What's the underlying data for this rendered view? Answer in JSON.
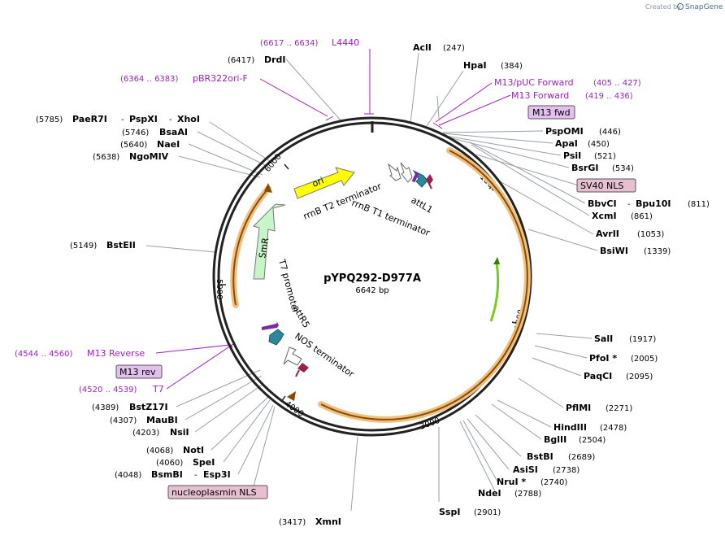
{
  "brand": {
    "created_by": "Created by",
    "logo": "SnapGene"
  },
  "plasmid": {
    "name": "pYPQ292-D977A",
    "size": "6642 bp"
  },
  "ticks": [
    "1000",
    "2000",
    "3000",
    "4000",
    "5000",
    "6000"
  ],
  "features": {
    "ori": "ori",
    "smr": "SmR",
    "rrnb_t2": "rrnB T2 terminator",
    "rrnb_t1": "rrnB T1 terminator",
    "attl1": "attL1",
    "t7_promoter": "T7 promoter",
    "attr5": "attR5",
    "nos_terminator": "NOS terminator"
  },
  "boxes": {
    "m13_fwd": "M13 fwd",
    "sv40_nls": "SV40 NLS",
    "m13_rev": "M13 rev",
    "nucleoplasmin_nls": "nucleoplasmin NLS"
  },
  "primers": {
    "l4440": {
      "range": "(6617 .. 6634)",
      "name": "L4440"
    },
    "pbr322": {
      "range": "(6364 .. 6383)",
      "name": "pBR322ori-F"
    },
    "m13puc": {
      "name": "M13/pUC Forward",
      "range": "(405 .. 427)"
    },
    "m13fwd": {
      "name": "M13 Forward",
      "range": "(419 .. 436)"
    },
    "m13rev": {
      "range": "(4544 .. 4560)",
      "name": "M13 Reverse"
    },
    "t7": {
      "range": "(4520 .. 4539)",
      "name": "T7"
    }
  },
  "sites": {
    "drdi": {
      "pos": "(6417)",
      "name": "DrdI"
    },
    "acli": {
      "name": "AclI",
      "pos": "(247)"
    },
    "hpai": {
      "name": "HpaI",
      "pos": "(384)"
    },
    "paer7i": {
      "pos": "(5785)",
      "name": "PaeR7I",
      "dash1": "-",
      "name2": "PspXI",
      "dash2": "-",
      "name3": "XhoI"
    },
    "bsaai": {
      "pos": "(5746)",
      "name": "BsaAI"
    },
    "naei": {
      "pos": "(5640)",
      "name": "NaeI"
    },
    "ngomiv": {
      "pos": "(5638)",
      "name": "NgoMIV"
    },
    "bsteii": {
      "pos": "(5149)",
      "name": "BstEII"
    },
    "pspomi": {
      "name": "PspOMI",
      "pos": "(446)"
    },
    "apai": {
      "name": "ApaI",
      "pos": "(450)"
    },
    "psii": {
      "name": "PsiI",
      "pos": "(521)"
    },
    "bsrgi": {
      "name": "BsrGI",
      "pos": "(534)"
    },
    "bbvci": {
      "name": "BbvCI",
      "dash": "-",
      "name2": "Bpu10I",
      "pos": "(811)"
    },
    "xcmi": {
      "name": "XcmI",
      "pos": "(861)"
    },
    "avrii": {
      "name": "AvrII",
      "pos": "(1053)"
    },
    "bsiwi": {
      "name": "BsiWI",
      "pos": "(1339)"
    },
    "sali": {
      "name": "SalI",
      "pos": "(1917)"
    },
    "pfoi": {
      "name": "PfoI *",
      "pos": "(2005)"
    },
    "paqci": {
      "name": "PaqCI",
      "pos": "(2095)"
    },
    "pflmi": {
      "name": "PflMI",
      "pos": "(2271)"
    },
    "hindiii": {
      "name": "HindIII",
      "pos": "(2478)"
    },
    "bglii": {
      "name": "BglII",
      "pos": "(2504)"
    },
    "bstbi": {
      "name": "BstBI",
      "pos": "(2689)"
    },
    "asisi": {
      "name": "AsiSI",
      "pos": "(2738)"
    },
    "nrui": {
      "name": "NruI *",
      "pos": "(2740)"
    },
    "ndei": {
      "name": "NdeI",
      "pos": "(2788)"
    },
    "sspi": {
      "name": "SspI",
      "pos": "(2901)"
    },
    "xmni": {
      "pos": "(3417)",
      "name": "XmnI"
    },
    "bstz17i": {
      "pos": "(4389)",
      "name": "BstZ17I"
    },
    "maubi": {
      "pos": "(4307)",
      "name": "MauBI"
    },
    "nsii": {
      "pos": "(4203)",
      "name": "NsiI"
    },
    "noti": {
      "pos": "(4068)",
      "name": "NotI"
    },
    "spei": {
      "pos": "(4060)",
      "name": "SpeI"
    },
    "bsmbi": {
      "pos": "(4048)",
      "name": "BsmBI",
      "dash": "-",
      "name2": "Esp3I"
    }
  },
  "colors": {
    "backbone": "#222222",
    "ori": "#ffff00",
    "smr": "#c8f5c8",
    "attl": "#2a8a9a",
    "terminator": "#9a1f4a",
    "primer": "#a020c0",
    "box_pink": "#e6bfd0",
    "box_violet": "#e3bff0",
    "orange_arc": "#f0c080",
    "green_arc": "#77cc22"
  }
}
